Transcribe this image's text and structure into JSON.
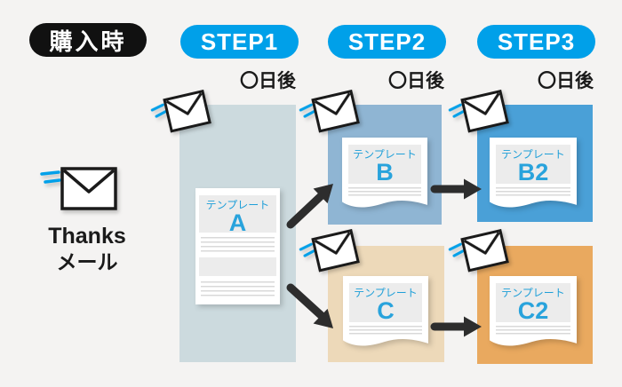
{
  "header": {
    "purchase_label": "購入時",
    "steps": [
      {
        "label": "STEP1",
        "days": "〇日後"
      },
      {
        "label": "STEP2",
        "days": "〇日後"
      },
      {
        "label": "STEP3",
        "days": "〇日後"
      }
    ]
  },
  "thanks_mail": {
    "line1": "Thanks",
    "line2": "メール"
  },
  "documents": {
    "a": {
      "label": "テンプレート",
      "name": "A"
    },
    "b": {
      "label": "テンプレート",
      "name": "B"
    },
    "b2": {
      "label": "テンプレート",
      "name": "B2"
    },
    "c": {
      "label": "テンプレート",
      "name": "C"
    },
    "c2": {
      "label": "テンプレート",
      "name": "C2"
    }
  },
  "palette": {
    "background": "#f4f3f2",
    "step_badge_blue": "#00a0e9",
    "purchase_badge_black": "#111111",
    "step1_column": "#ccdade",
    "step2_top_box": "#8fb5d3",
    "step3_top_box": "#4aa0d7",
    "step2_bottom_box": "#edd9b9",
    "step3_bottom_box": "#e9a95f",
    "template_text_blue": "#1f9fd8",
    "mail_speed_line_blue": "#00a0e9",
    "arrow_black": "#2d2d2d"
  }
}
